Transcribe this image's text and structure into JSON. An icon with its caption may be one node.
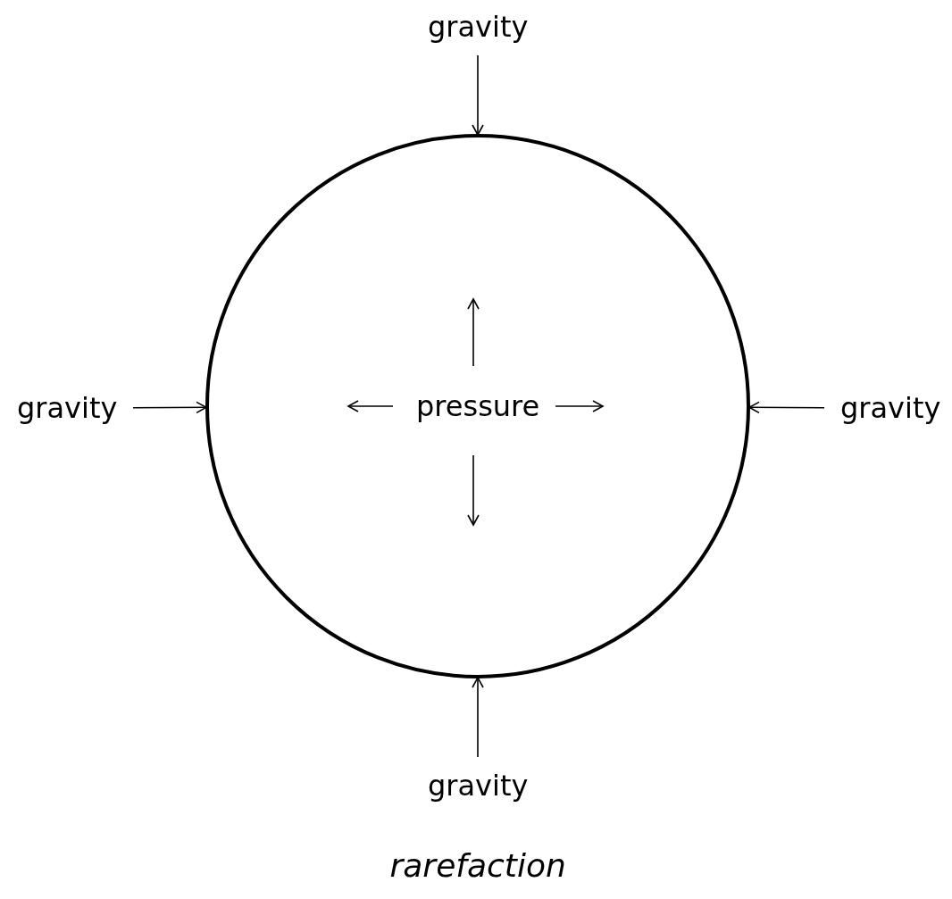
{
  "diagram": {
    "caption": "rarefaction",
    "nodes": [
      {
        "text": [
          "gravity"
        ]
      },
      {
        "text": [
          "gravity"
        ]
      },
      {
        "text": [
          "pressure"
        ]
      },
      {
        "text": [
          "gravity"
        ]
      },
      {
        "text": [
          "gravity"
        ]
      }
    ],
    "edges": [
      {
        "from": 0,
        "to": 2,
        "arrow": "to"
      },
      {
        "from": 1,
        "to": 2,
        "arrow": "to"
      },
      {
        "from": 3,
        "to": 2,
        "arrow": "to"
      },
      {
        "from": 4,
        "to": 2,
        "arrow": "to"
      }
    ]
  }
}
